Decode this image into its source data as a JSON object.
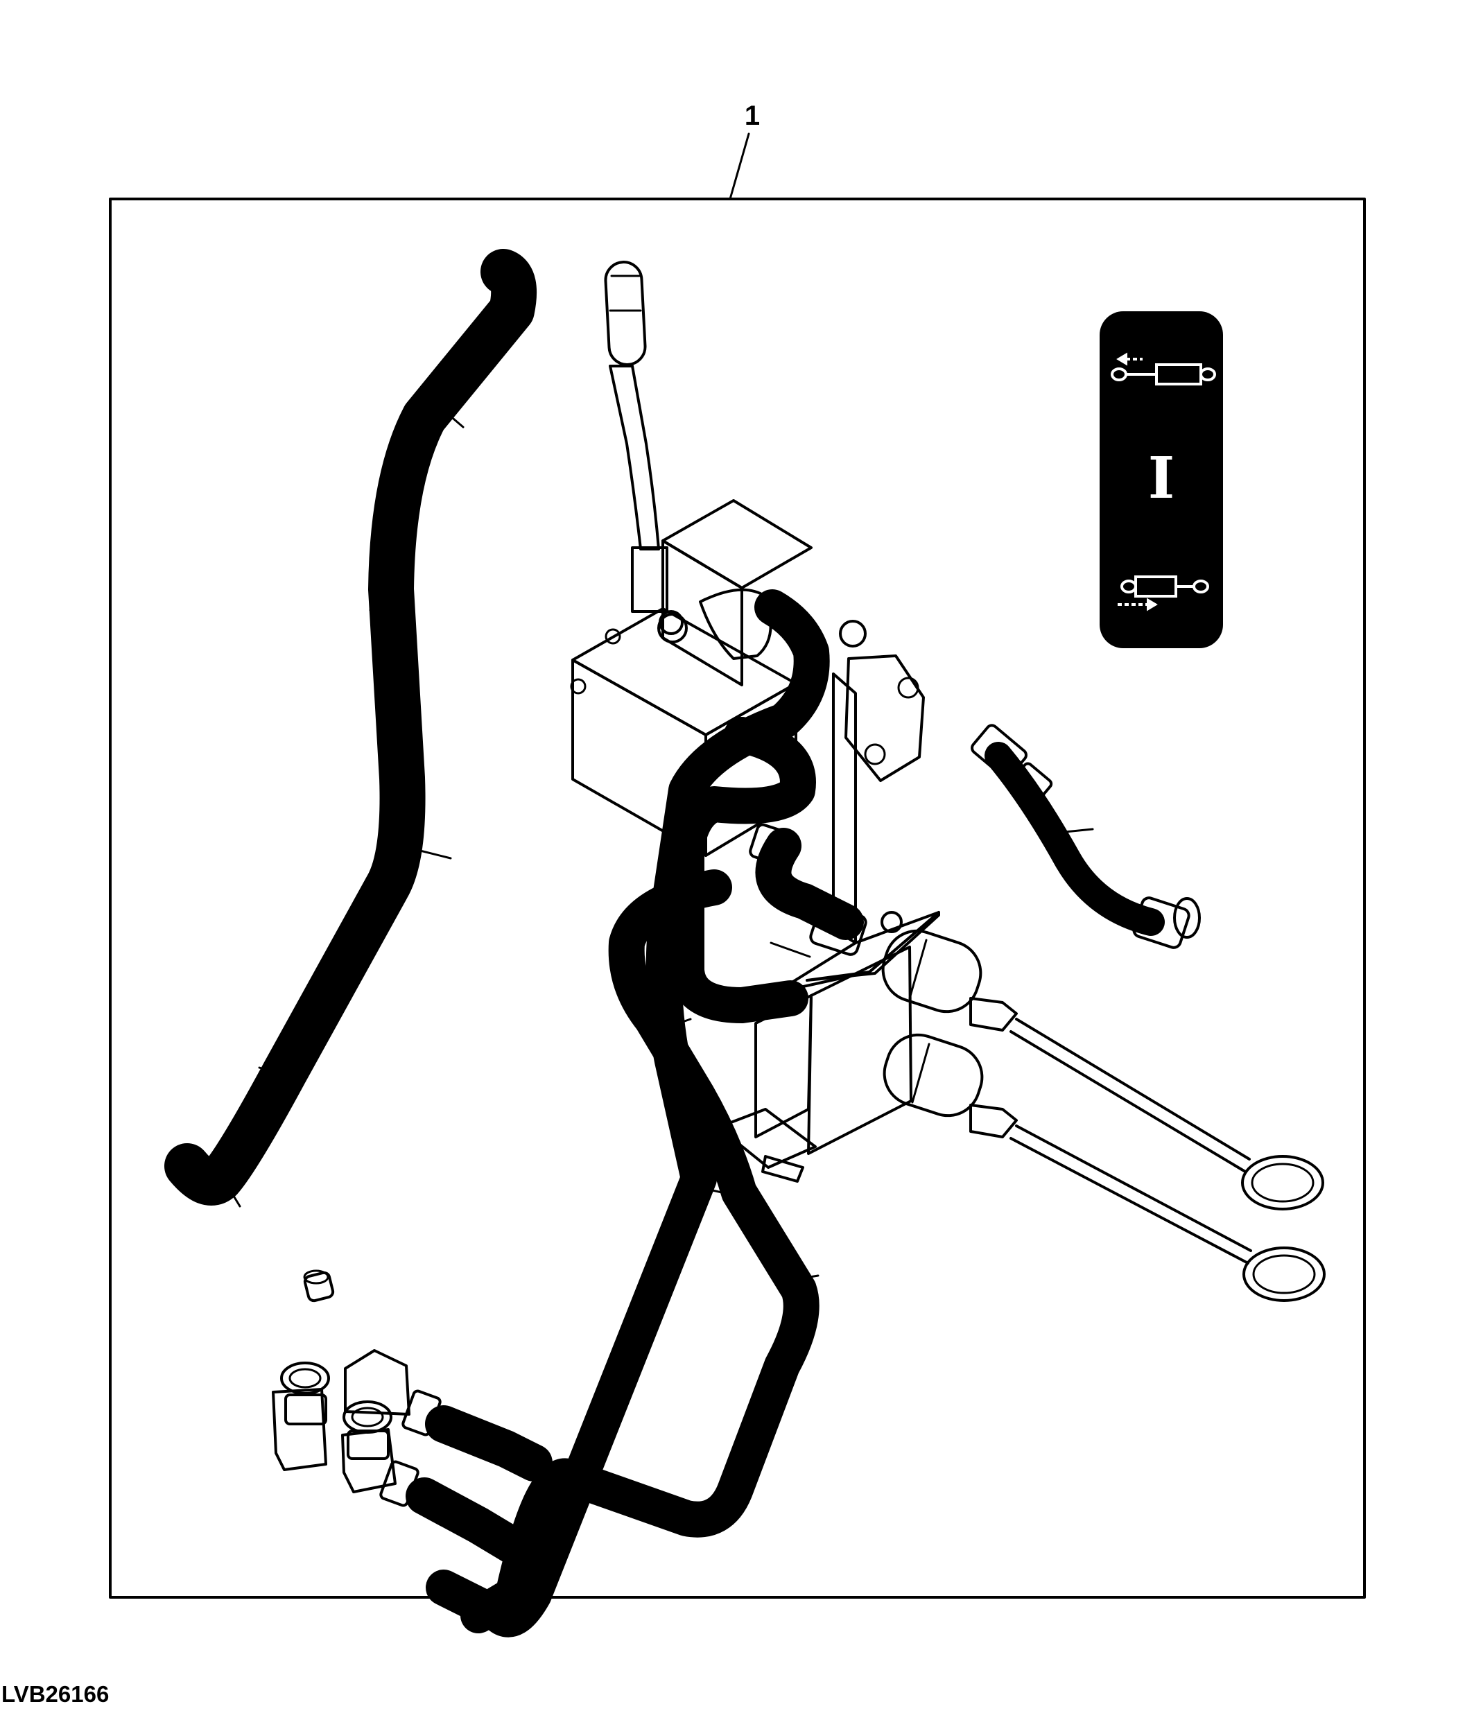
{
  "callout": {
    "number": "1"
  },
  "figure_id": "LVB26166",
  "decal": {
    "center_symbol": "I"
  },
  "colors": {
    "line": "#000000",
    "background": "#ffffff",
    "decal_fill": "#000000",
    "decal_symbol": "#ffffff"
  }
}
